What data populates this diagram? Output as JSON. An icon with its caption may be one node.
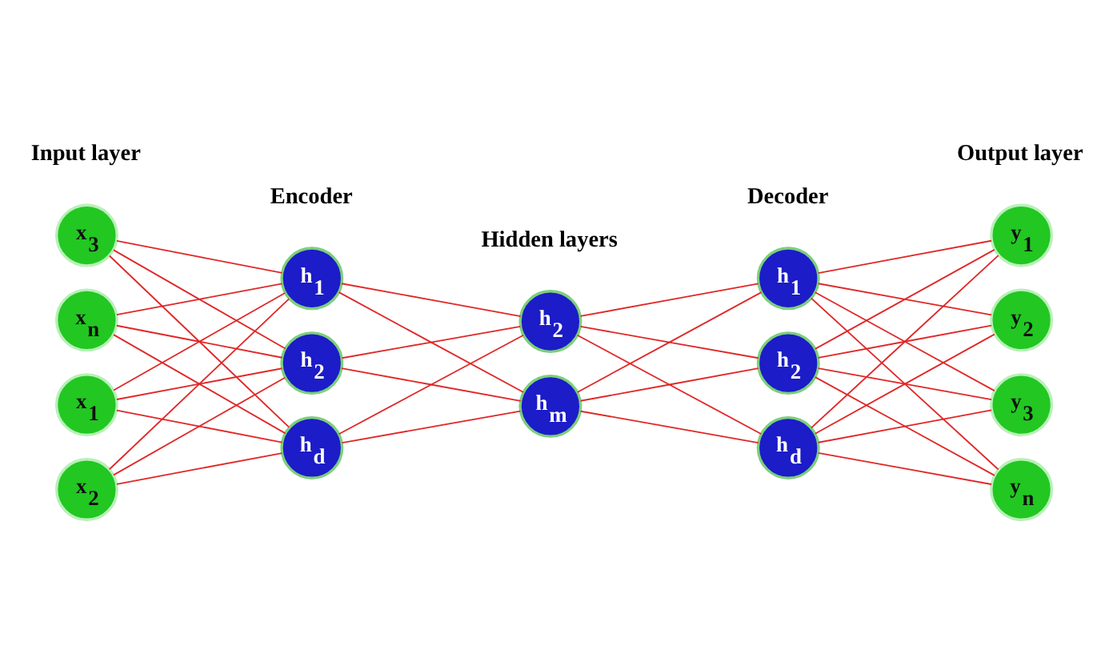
{
  "diagram": {
    "nodes": [
      {
        "text": [
          "x$_{1}$"
        ]
      },
      {
        "text": [
          "x$_{2}$"
        ]
      },
      {
        "text": [
          "x$_{3}$"
        ]
      },
      {
        "text": [
          "x$_{n}$"
        ]
      },
      {
        "text": [
          "h$_{1}$"
        ]
      },
      {
        "text": [
          "h$_{2}$"
        ]
      },
      {
        "text": [
          "h$_{d}$"
        ]
      },
      {
        "text": [
          "h$_{2}$"
        ]
      },
      {
        "text": [
          "h$_{m}$"
        ]
      },
      {
        "text": [
          "h$_{1}$"
        ]
      },
      {
        "text": [
          "h$_{2}$"
        ]
      },
      {
        "text": [
          "h$_{d}$"
        ]
      },
      {
        "text": [
          "y$_{1}$"
        ]
      },
      {
        "text": [
          "y$_{2}$"
        ]
      },
      {
        "text": [
          "y$_{3}$"
        ]
      },
      {
        "text": [
          "y$_{n}$"
        ]
      }
    ],
    "edges": [
      {
        "from": 0,
        "to": 4,
        "arrow": "none"
      },
      {
        "from": 0,
        "to": 5,
        "arrow": "none"
      },
      {
        "from": 0,
        "to": 6,
        "arrow": "none"
      },
      {
        "from": 1,
        "to": 4,
        "arrow": "none"
      },
      {
        "from": 1,
        "to": 5,
        "arrow": "none"
      },
      {
        "from": 1,
        "to": 6,
        "arrow": "none"
      },
      {
        "from": 2,
        "to": 4,
        "arrow": "none"
      },
      {
        "from": 2,
        "to": 5,
        "arrow": "none"
      },
      {
        "from": 2,
        "to": 6,
        "arrow": "none"
      },
      {
        "from": 3,
        "to": 4,
        "arrow": "none"
      },
      {
        "from": 3,
        "to": 5,
        "arrow": "none"
      },
      {
        "from": 3,
        "to": 6,
        "arrow": "none"
      },
      {
        "from": 4,
        "to": 7,
        "arrow": "none"
      },
      {
        "from": 4,
        "to": 8,
        "arrow": "none"
      },
      {
        "from": 5,
        "to": 7,
        "arrow": "none"
      },
      {
        "from": 5,
        "to": 8,
        "arrow": "none"
      },
      {
        "from": 6,
        "to": 7,
        "arrow": "none"
      },
      {
        "from": 6,
        "to": 8,
        "arrow": "none"
      },
      {
        "from": 7,
        "to": 9,
        "arrow": "none"
      },
      {
        "from": 7,
        "to": 10,
        "arrow": "none"
      },
      {
        "from": 7,
        "to": 11,
        "arrow": "none"
      },
      {
        "from": 8,
        "to": 9,
        "arrow": "none"
      },
      {
        "from": 8,
        "to": 10,
        "arrow": "none"
      },
      {
        "from": 8,
        "to": 11,
        "arrow": "none"
      },
      {
        "from": 9,
        "to": 12,
        "arrow": "none"
      },
      {
        "from": 9,
        "to": 13,
        "arrow": "none"
      },
      {
        "from": 9,
        "to": 14,
        "arrow": "none"
      },
      {
        "from": 9,
        "to": 15,
        "arrow": "none"
      },
      {
        "from": 10,
        "to": 12,
        "arrow": "none"
      },
      {
        "from": 10,
        "to": 13,
        "arrow": "none"
      },
      {
        "from": 10,
        "to": 14,
        "arrow": "none"
      },
      {
        "from": 10,
        "to": 15,
        "arrow": "none"
      },
      {
        "from": 11,
        "to": 12,
        "arrow": "none"
      },
      {
        "from": 11,
        "to": 13,
        "arrow": "none"
      },
      {
        "from": 11,
        "to": 14,
        "arrow": "none"
      },
      {
        "from": 11,
        "to": 15,
        "arrow": "none"
      }
    ],
    "labels": [
      "Input layer",
      "Hidden layers",
      "Output layer",
      "Encoder",
      "Decoder"
    ]
  }
}
